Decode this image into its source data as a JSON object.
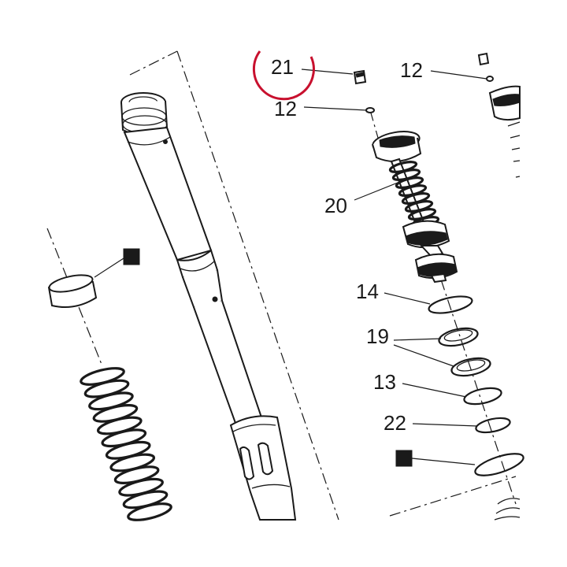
{
  "callouts": {
    "c21": "21",
    "c12a": "12",
    "c12b": "12",
    "c20": "20",
    "c14": "14",
    "c19": "19",
    "c13": "13",
    "c22": "22"
  },
  "highlight_color": "#c8102e",
  "ink_color": "#1a1a1a"
}
